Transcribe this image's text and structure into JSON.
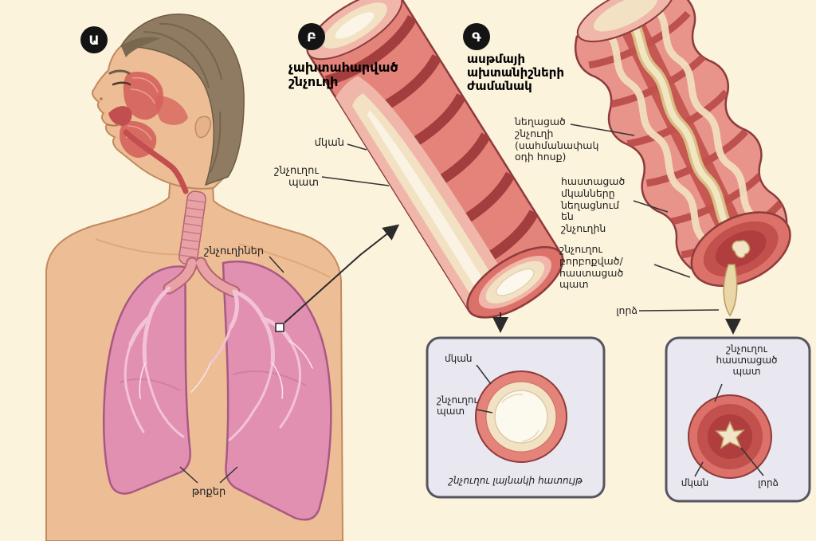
{
  "panels": {
    "a": {
      "badge": "Ա"
    },
    "b": {
      "badge": "Բ",
      "title": "չախտահարված\nշնչուղի"
    },
    "c": {
      "badge": "Գ",
      "title": "ասթմայի\nախտանիշների\nժամանակ"
    }
  },
  "body_labels": {
    "muscle": "մկան",
    "airway_wall": "շնչուղու\nպատ",
    "airways": "շնչուղիներ",
    "lungs": "թոքեր"
  },
  "asthma_labels": {
    "narrowed_airway": "նեղացած\nշնչուղի\n(սահմանափակ\nօդի հոսք)",
    "thickened_muscles": "հաստացած\nմկանները\nնեղացնում են\nշնչուղին",
    "inflamed_wall": "շնչուղու բորբոքված/\nհաստացած\nպատ",
    "mucus": "լորձ"
  },
  "inset_normal": {
    "muscle": "մկան",
    "wall": "շնչուղու\nպատ",
    "caption": "շնչուղու լայնակի հատույթ"
  },
  "inset_asthma": {
    "thickened_wall": "շնչուղու\nհաստացած\nպատ",
    "muscle": "մկան",
    "mucus": "լորձ"
  },
  "colors": {
    "background": "#FBF3DC",
    "skin": "#EDBD95",
    "hair": "#8F7B61",
    "lung": "#E290B2",
    "airway_outer": "#E4837A",
    "muscle_band": "#A33E3E",
    "airway_lining": "#F2E2C3",
    "mucus": "#EAD7A7",
    "inflamed": "#C2504C",
    "inset_bg": "#E9E7F0",
    "badge_bg": "#141414"
  }
}
